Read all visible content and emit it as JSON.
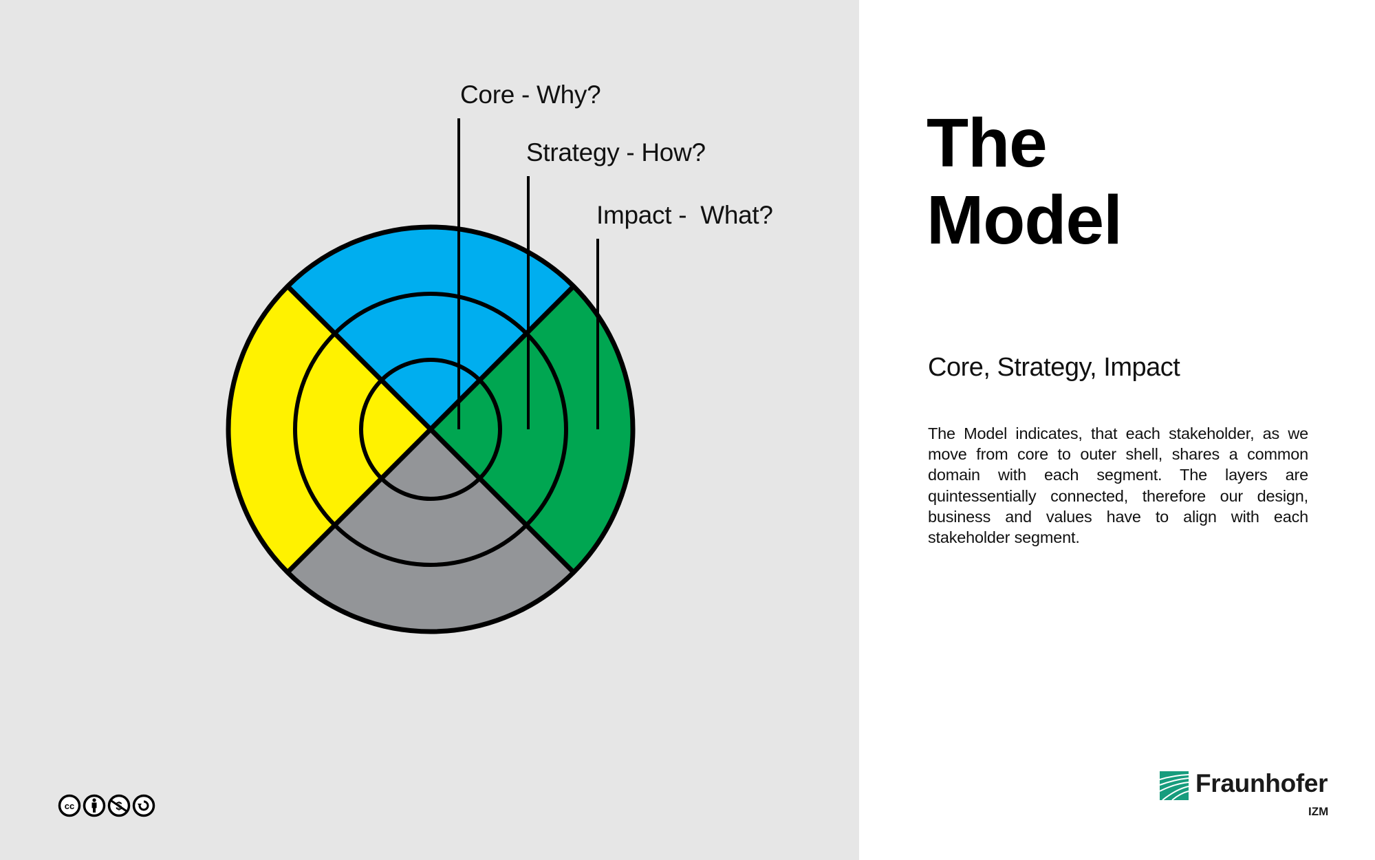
{
  "slide": {
    "title_line1": "The",
    "title_line2": "Model",
    "subtitle": "Core, Strategy, Impact",
    "paragraph": "The Model indicates, that each stakeholder, as we move from core to outer shell, shares a common domain with each segment. The layers are quintessentially connected, therefore our design, business and values have to align with each stakeholder segment."
  },
  "diagram": {
    "labels": [
      {
        "text": "Core - Why?",
        "layer": "core"
      },
      {
        "text": "Strategy - How?",
        "layer": "strategy"
      },
      {
        "text": "Impact -  What?",
        "layer": "impact"
      }
    ],
    "segments": [
      {
        "name": "top",
        "color": "#00aeef"
      },
      {
        "name": "right",
        "color": "#00a651"
      },
      {
        "name": "bottom",
        "color": "#939598"
      },
      {
        "name": "left",
        "color": "#fff200"
      }
    ],
    "rings": [
      "core",
      "strategy",
      "impact"
    ]
  },
  "logo": {
    "name": "Fraunhofer",
    "sub": "IZM",
    "color": "#179c7d"
  },
  "license": {
    "icons": [
      "cc-icon",
      "by-attribution-icon",
      "non-commercial-icon",
      "share-alike-icon"
    ]
  }
}
